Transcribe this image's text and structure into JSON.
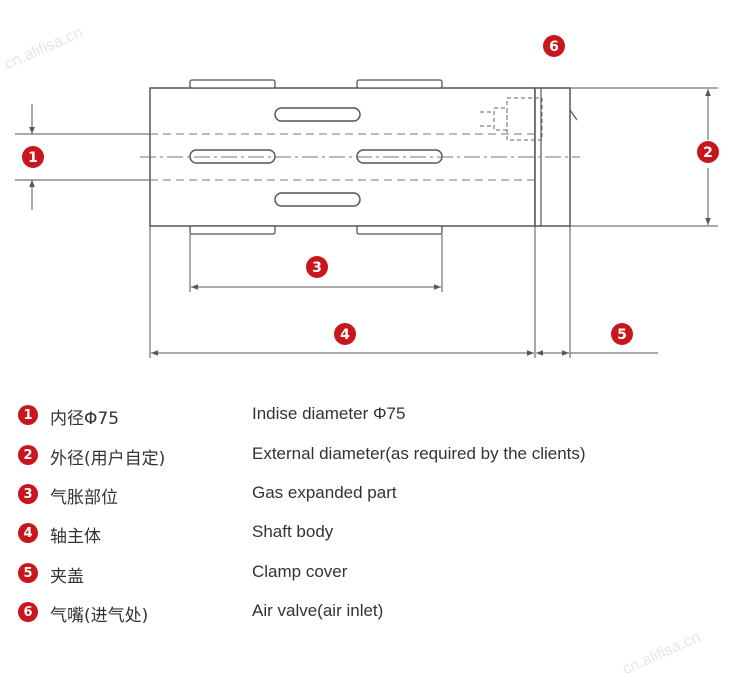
{
  "markers": {
    "m1": "1",
    "m2": "2",
    "m3": "3",
    "m4": "4",
    "m5": "5",
    "m6": "6"
  },
  "legend": [
    {
      "num": "1",
      "cn": "内径Φ75",
      "en": "Indise diameter Φ75"
    },
    {
      "num": "2",
      "cn": "外径(用户自定)",
      "en": "External diameter(as required by the clients)"
    },
    {
      "num": "3",
      "cn": "气胀部位",
      "en": "Gas expanded part"
    },
    {
      "num": "4",
      "cn": "轴主体",
      "en": "Shaft body"
    },
    {
      "num": "5",
      "cn": "夹盖",
      "en": "Clamp cover"
    },
    {
      "num": "6",
      "cn": "气嘴(进气处)",
      "en": "Air valve(air inlet)"
    }
  ],
  "watermark": "cn.alifisa.cn",
  "colors": {
    "marker": "#c8161d",
    "line": "#555555",
    "text": "#333333"
  }
}
